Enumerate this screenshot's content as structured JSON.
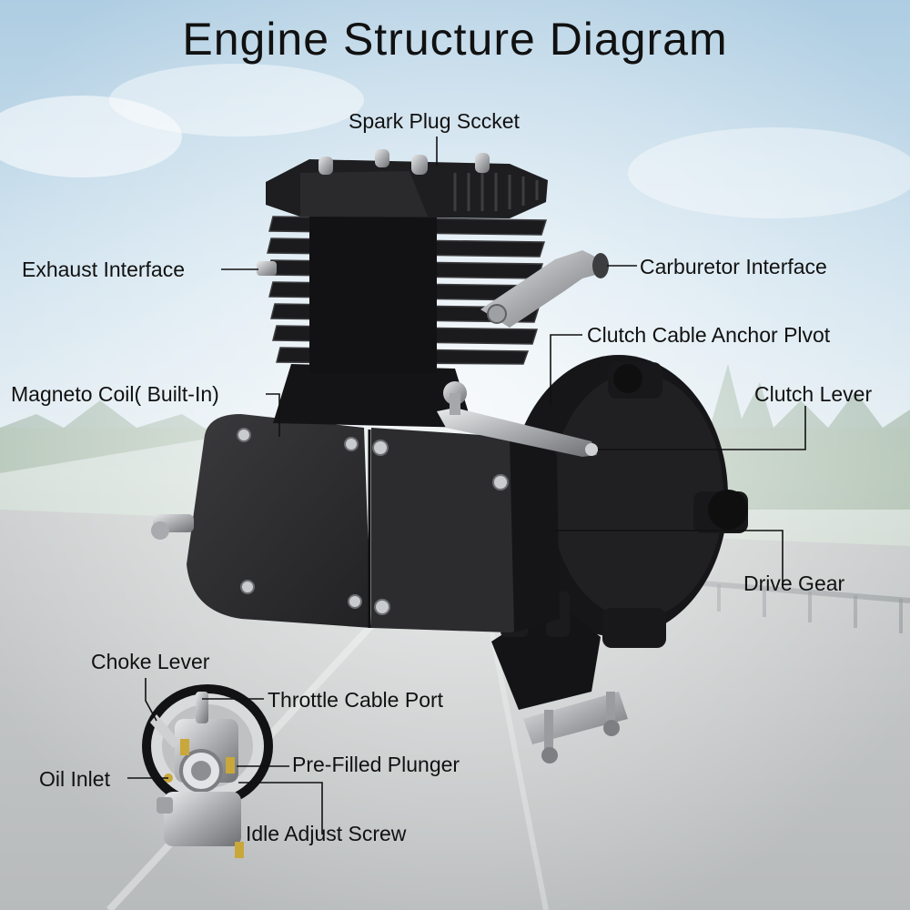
{
  "title": "Engine Structure Diagram",
  "labels": {
    "spark_plug": "Spark Plug Sccket",
    "exhaust": "Exhaust Interface",
    "carburetor": "Carburetor Interface",
    "clutch_cable": "Clutch Cable Anchor Plvot",
    "magneto": "Magneto Coil( Built-In)",
    "clutch_lever": "Clutch Lever",
    "drive_gear": "Drive Gear",
    "choke": "Choke Lever",
    "throttle": "Throttle Cable Port",
    "plunger": "Pre-Filled Plunger",
    "oil_inlet": "Oil Inlet",
    "idle": "Idle Adjust Screw"
  },
  "colors": {
    "engine_body": "#1c1c1e",
    "metal": "#b9bbbe",
    "label_text": "#111111"
  }
}
